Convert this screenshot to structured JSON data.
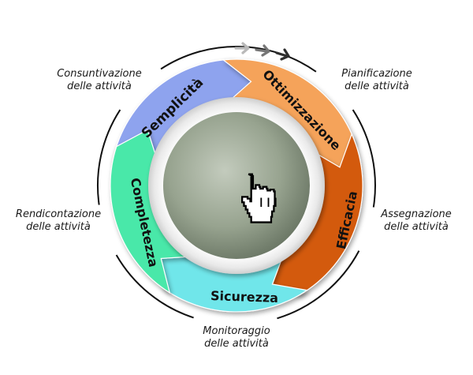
{
  "cycle": {
    "segments": [
      {
        "id": "semplicita",
        "label": "Semplicità",
        "color": "#8ea3ee"
      },
      {
        "id": "ottimizzazione",
        "label": "Ottimizzazione",
        "color": "#f5a35a"
      },
      {
        "id": "efficacia",
        "label": "Efficacia",
        "color": "#d35a0f"
      },
      {
        "id": "sicurezza",
        "label": "Sicurezza",
        "color": "#6fe6ea"
      },
      {
        "id": "completezza",
        "label": "Completezza",
        "color": "#49e8a9"
      }
    ],
    "center_icon": "hand-pointer-icon",
    "arrows_icon": "direction-arrows-icon"
  },
  "outer_labels": {
    "consuntivazione": {
      "line1": "Consuntivazione",
      "line2": "delle attività"
    },
    "pianificazione": {
      "line1": "Pianificazione",
      "line2": "delle attività"
    },
    "rendicontazione": {
      "line1": "Rendicontazione",
      "line2": "delle attività"
    },
    "assegnazione": {
      "line1": "Assegnazione",
      "line2": "delle attività"
    },
    "monitoraggio": {
      "line1": "Monitoraggio",
      "line2": "delle attività"
    }
  }
}
